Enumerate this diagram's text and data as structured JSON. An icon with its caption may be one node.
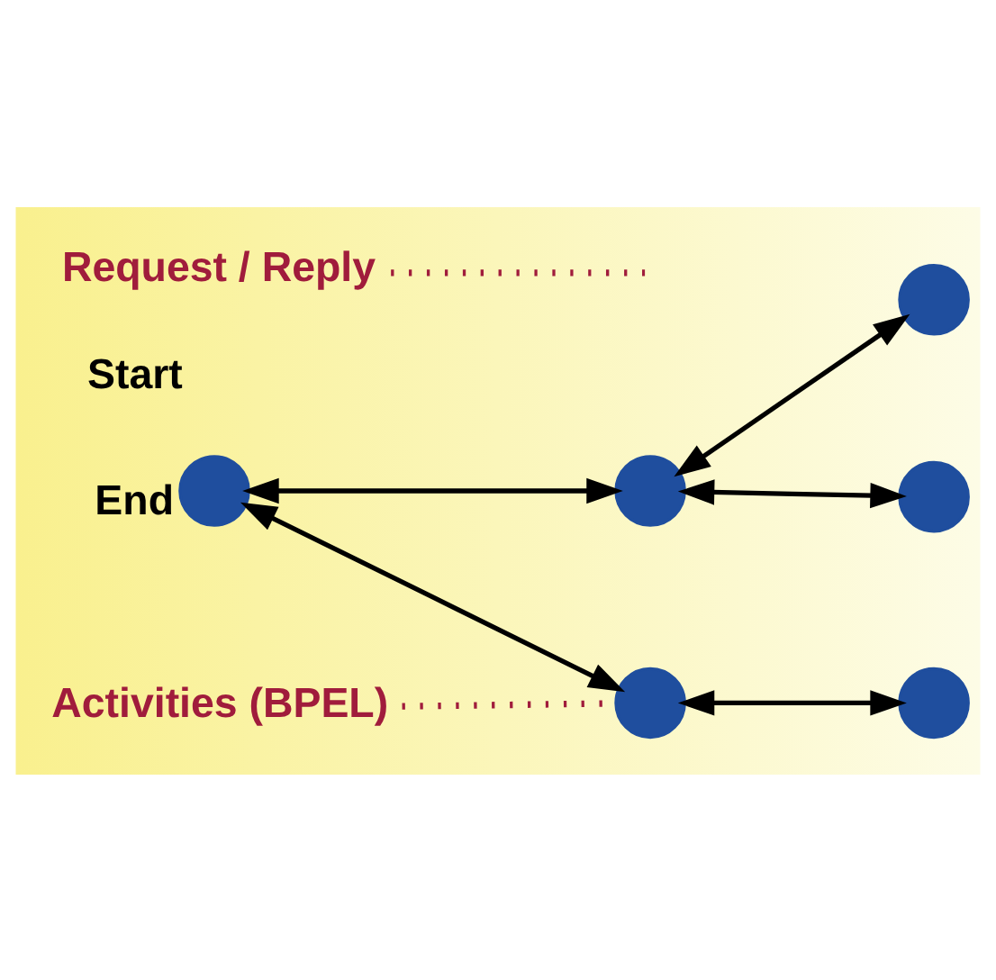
{
  "diagram": {
    "nodes": [
      {
        "text": [],
        "shape": "circle",
        "beside": [
          "Start",
          "End"
        ]
      },
      {
        "text": [],
        "shape": "circle"
      },
      {
        "text": [],
        "shape": "circle"
      },
      {
        "text": [],
        "shape": "circle"
      },
      {
        "text": [],
        "shape": "circle"
      },
      {
        "text": [],
        "shape": "circle"
      },
      {
        "text": [
          "Request / Reply"
        ]
      },
      {
        "text": [
          "Activities (BPEL)"
        ]
      }
    ],
    "edges": [
      {
        "from": 0,
        "to": 1,
        "arrow": "both"
      },
      {
        "from": 0,
        "to": 2,
        "arrow": "both"
      },
      {
        "from": 1,
        "to": 3,
        "arrow": "both"
      },
      {
        "from": 1,
        "to": 4,
        "arrow": "both"
      },
      {
        "from": 2,
        "to": 5,
        "arrow": "both"
      },
      {
        "from": 6,
        "to": null,
        "arrow": "none",
        "style": "dashed",
        "color": "#a01c3c"
      },
      {
        "from": 7,
        "to": 2,
        "arrow": "none",
        "style": "dashed",
        "color": "#a01c3c"
      }
    ]
  }
}
